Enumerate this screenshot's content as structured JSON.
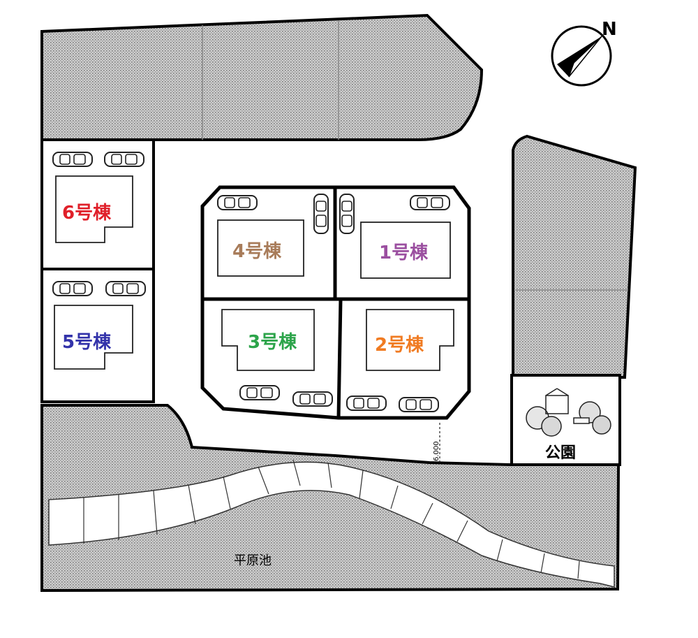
{
  "compass": {
    "north_label": "N",
    "icon": "compass-icon"
  },
  "lots": [
    {
      "label": "6号棟",
      "color": "#e0202a"
    },
    {
      "label": "5号棟",
      "color": "#3333aa"
    },
    {
      "label": "4号棟",
      "color": "#a87c5a"
    },
    {
      "label": "1号棟",
      "color": "#9b4fa0"
    },
    {
      "label": "3号棟",
      "color": "#2ca44a"
    },
    {
      "label": "2号棟",
      "color": "#f07b22"
    }
  ],
  "park": {
    "label": "公園",
    "icon": "tree-icon"
  },
  "pond": {
    "label": "平原池"
  },
  "road": {
    "width_label": "6.000"
  },
  "car_icon": "car-icon"
}
